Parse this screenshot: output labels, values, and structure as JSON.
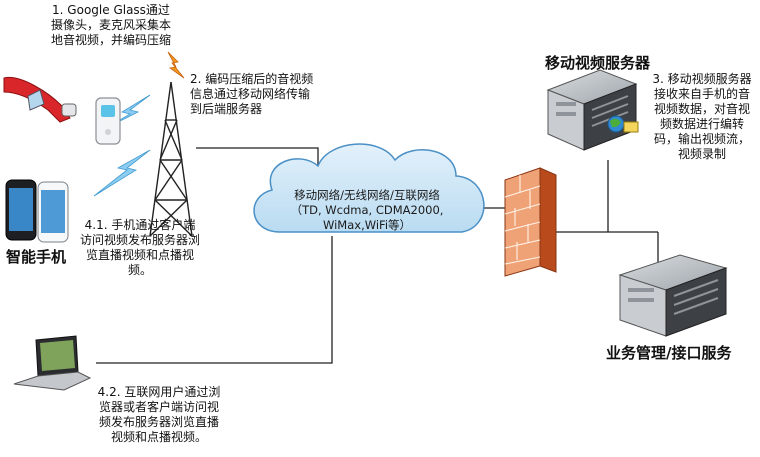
{
  "notes": {
    "step1": "1. Google Glass通过摄像头，麦克风采集本地音视频，并编码压缩",
    "step2": "2. 编码压缩后的音视频信息通过移动网络传输到后端服务器",
    "step3": "3. 移动视频服务器接收来自手机的音视频数据，对音视频数据进行编转码，输出视频流，视频录制",
    "step41": "4.1. 手机通过客户端访问视频发布服务器浏览直播视频和点播视频。",
    "step42": "4.2. 互联网用户通过浏览器或者客户端访问视频发布服务器浏览直播视频和点播视频。"
  },
  "labels": {
    "smartphone": "智能手机",
    "video_server": "移动视频服务器",
    "business_server": "业务管理/接口服务"
  },
  "cloud": {
    "line1": "移动网络/无线网络/互联网络",
    "line2": "（TD, Wcdma, CDMA2000,",
    "line3": "WiMax,WiFi等）"
  },
  "colors": {
    "cloud_fill": "#cfe6f5",
    "cloud_stroke": "#4a90c6",
    "firewall": "#d9642b",
    "glass_red": "#d9262a",
    "lightning": "#7ec3ec",
    "server_dark": "#3d4146",
    "server_light": "#c9cdd2"
  }
}
